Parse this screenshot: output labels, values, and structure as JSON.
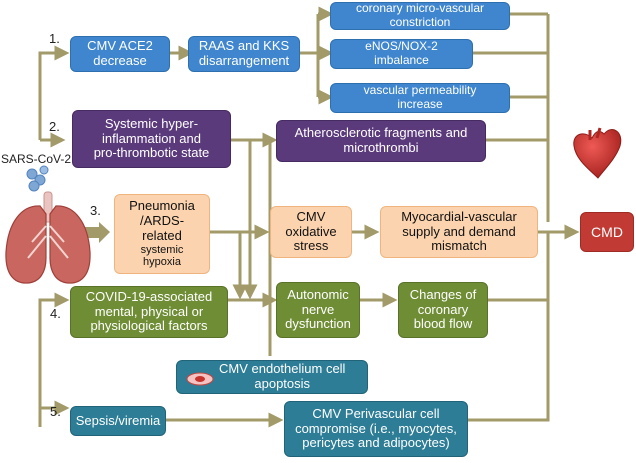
{
  "boxes": {
    "ace2": "CMV ACE2\ndecrease",
    "raas": "RAAS and KKS\ndisarrangement",
    "coronary": "coronary micro-vascular\nconstriction",
    "enos": "eNOS/NOX-2\nimbalance",
    "vascular": "vascular permeability\nincrease",
    "systemic": "Systemic hyper-\ninflammation and\npro-thrombotic state",
    "athero": "Atherosclerotic fragments and\nmicrothrombi",
    "pneumonia_main": "Pneumonia\n/ARDS-\nrelated",
    "pneumonia_sub": "systemic\nhypoxia",
    "oxidative": "CMV\noxidative\nstress",
    "myocardial": "Myocardial-vascular\nsupply and demand\nmismatch",
    "cmd": "CMD",
    "covid": "COVID-19-associated\nmental, physical or\nphysiological factors",
    "autonomic": "Autonomic\nnerve\ndysfunction",
    "changes": "Changes of\ncoronary\nblood flow",
    "endothelium": "CMV endothelium cell\napoptosis",
    "sepsis": "Sepsis/viremia",
    "perivascular": "CMV Perivascular cell\ncompromise (i.e., myocytes,\npericytes and adipocytes)"
  },
  "numbers": [
    "1.",
    "2.",
    "3.",
    "4.",
    "5."
  ],
  "virus_label": "SARS-CoV-2",
  "colors": {
    "arrow": "#a39a6a",
    "blue": "#3f86cf",
    "purple": "#5b3a7c",
    "orange": "#fbd3ae",
    "green": "#6f8d35",
    "teal": "#2d7d96",
    "cmd": "#c13a33"
  },
  "icons": [
    "virus-icon",
    "lungs-icon",
    "heart-icon",
    "endothelial-cell-icon"
  ]
}
